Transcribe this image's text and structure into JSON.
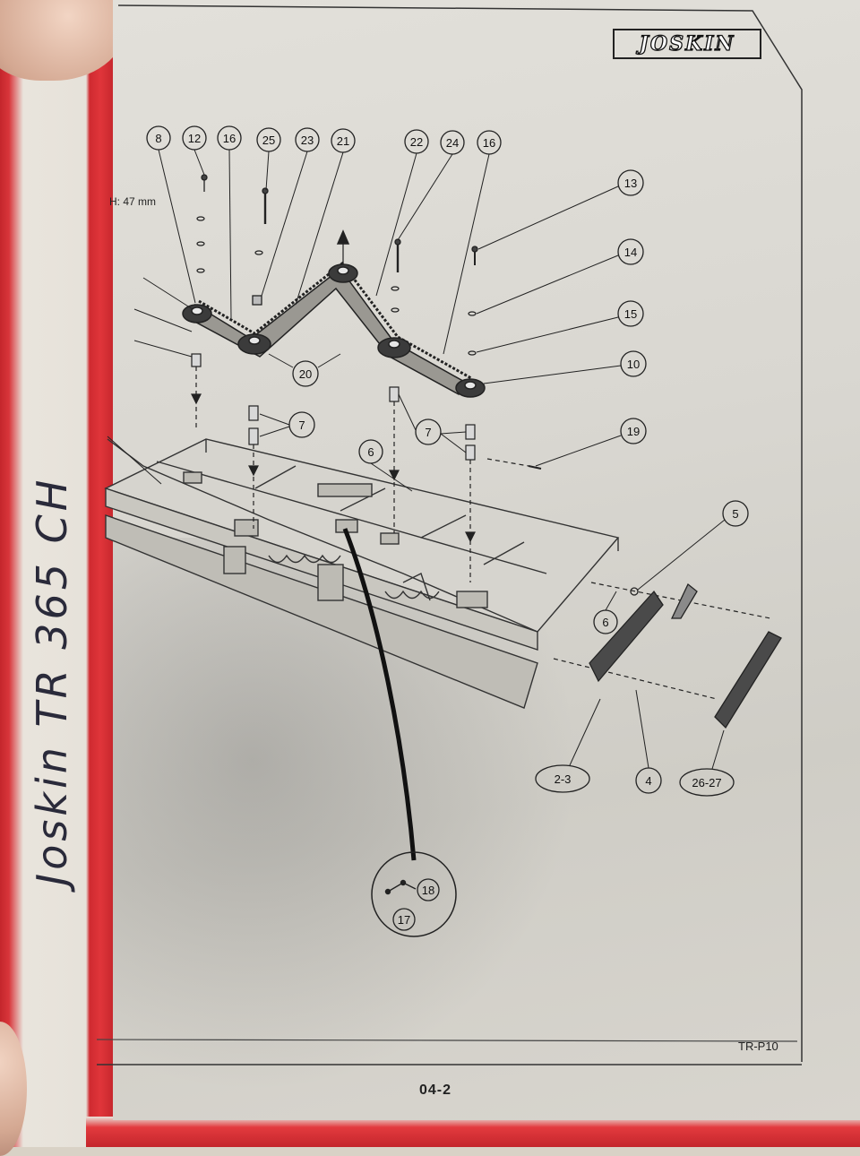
{
  "header": {
    "brand": "JOSKIN"
  },
  "annotation": {
    "handwritten": "Joskin TR 365 CH"
  },
  "diagram": {
    "dimension_label": "H: 47 mm",
    "callouts_top": [
      "8",
      "12",
      "16",
      "25",
      "23",
      "21",
      "22",
      "24",
      "16"
    ],
    "callouts_right": [
      "13",
      "14",
      "15",
      "10",
      "19",
      "5"
    ],
    "callouts_mid": [
      "20",
      "7",
      "7",
      "6",
      "6"
    ],
    "callouts_bottom": [
      "2-3",
      "4",
      "26-27"
    ],
    "detail_callouts": [
      "18",
      "17"
    ]
  },
  "footer": {
    "reference": "TR-P10",
    "page_number": "04-2"
  }
}
